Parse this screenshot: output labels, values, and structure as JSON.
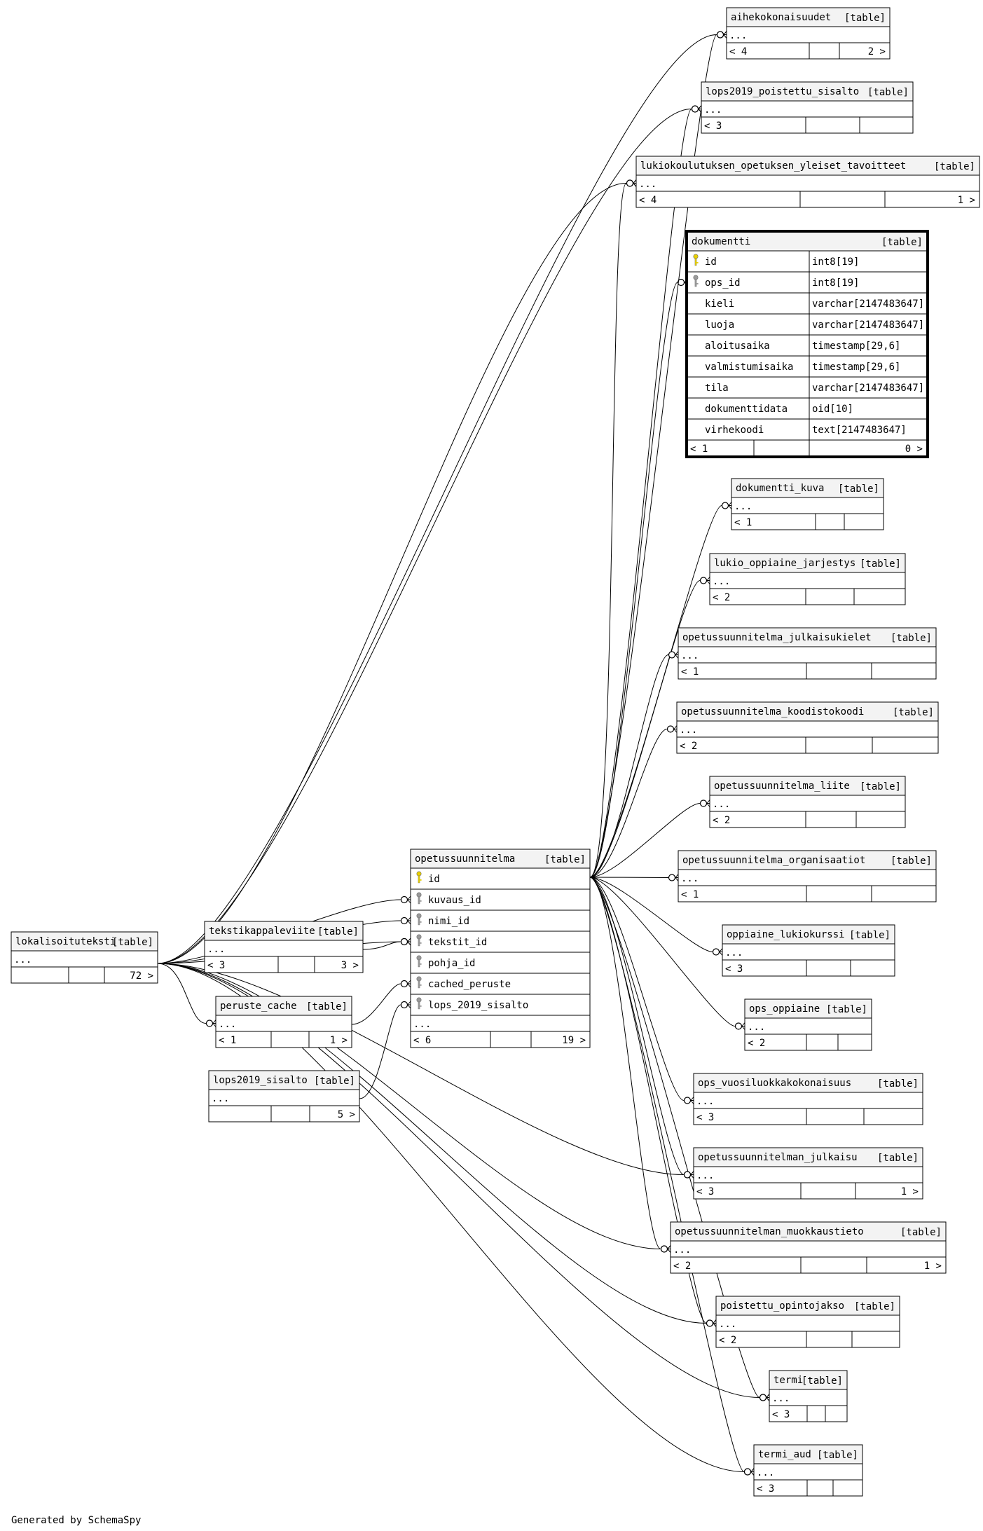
{
  "footer": "Generated by SchemaSpy",
  "tag": "[table]",
  "ellipsis": "...",
  "hub": "lokalisoituteksti",
  "center": "opetussuunnitelma",
  "tables": [
    {
      "name": "aihekokonaisuudet",
      "footer": [
        "< 4",
        "",
        "2 >"
      ]
    },
    {
      "name": "lops2019_poistettu_sisalto",
      "footer": [
        "< 3",
        "",
        ""
      ]
    },
    {
      "name": "lukiokoulutuksen_opetuksen_yleiset_tavoitteet",
      "footer": [
        "< 4",
        "",
        "1 >"
      ]
    },
    {
      "name": "dokumentti",
      "highlight": true,
      "columns": [
        {
          "name": "id",
          "type": "int8[19]",
          "key": "primary"
        },
        {
          "name": "ops_id",
          "type": "int8[19]",
          "key": "foreign"
        },
        {
          "name": "kieli",
          "type": "varchar[2147483647]"
        },
        {
          "name": "luoja",
          "type": "varchar[2147483647]"
        },
        {
          "name": "aloitusaika",
          "type": "timestamp[29,6]"
        },
        {
          "name": "valmistumisaika",
          "type": "timestamp[29,6]"
        },
        {
          "name": "tila",
          "type": "varchar[2147483647]"
        },
        {
          "name": "dokumenttidata",
          "type": "oid[10]"
        },
        {
          "name": "virhekoodi",
          "type": "text[2147483647]"
        }
      ],
      "footer": [
        "< 1",
        "",
        "0 >"
      ]
    },
    {
      "name": "dokumentti_kuva",
      "footer": [
        "< 1",
        "",
        ""
      ]
    },
    {
      "name": "lukio_oppiaine_jarjestys",
      "footer": [
        "< 2",
        "",
        ""
      ]
    },
    {
      "name": "opetussuunnitelma_julkaisukielet",
      "footer": [
        "< 1",
        "",
        ""
      ]
    },
    {
      "name": "opetussuunnitelma_koodistokoodi",
      "footer": [
        "< 2",
        "",
        ""
      ]
    },
    {
      "name": "opetussuunnitelma_liite",
      "footer": [
        "< 2",
        "",
        ""
      ]
    },
    {
      "name": "opetussuunnitelma_organisaatiot",
      "footer": [
        "< 1",
        "",
        ""
      ]
    },
    {
      "name": "opetussuunnitelma",
      "columns": [
        {
          "name": "id",
          "key": "primary"
        },
        {
          "name": "kuvaus_id",
          "key": "foreign"
        },
        {
          "name": "nimi_id",
          "key": "foreign"
        },
        {
          "name": "tekstit_id",
          "key": "foreign"
        },
        {
          "name": "pohja_id",
          "key": "foreign"
        },
        {
          "name": "cached_peruste",
          "key": "foreign"
        },
        {
          "name": "lops_2019_sisalto",
          "key": "foreign"
        }
      ],
      "more": "...",
      "footer": [
        "< 6",
        "",
        "19 >"
      ]
    },
    {
      "name": "tekstikappaleviite",
      "footer": [
        "< 3",
        "",
        "3 >"
      ]
    },
    {
      "name": "lokalisoituteksti",
      "footer": [
        "",
        "",
        "72 >"
      ]
    },
    {
      "name": "peruste_cache",
      "footer": [
        "< 1",
        "",
        "1 >"
      ]
    },
    {
      "name": "lops2019_sisalto",
      "footer": [
        "",
        "",
        "5 >"
      ]
    },
    {
      "name": "oppiaine_lukiokurssi",
      "footer": [
        "< 3",
        "",
        ""
      ]
    },
    {
      "name": "ops_oppiaine",
      "footer": [
        "< 2",
        "",
        ""
      ]
    },
    {
      "name": "ops_vuosiluokkakokonaisuus",
      "footer": [
        "< 3",
        "",
        ""
      ]
    },
    {
      "name": "opetussuunnitelman_julkaisu",
      "footer": [
        "< 3",
        "",
        "1 >"
      ]
    },
    {
      "name": "opetussuunnitelman_muokkaustieto",
      "footer": [
        "< 2",
        "",
        "1 >"
      ]
    },
    {
      "name": "poistettu_opintojakso",
      "footer": [
        "< 2",
        "",
        ""
      ]
    },
    {
      "name": "termi",
      "footer": [
        "< 3",
        "",
        ""
      ]
    },
    {
      "name": "termi_aud",
      "footer": [
        "< 3",
        "",
        ""
      ]
    }
  ],
  "colors": {
    "header_fill": "#f3f3f3",
    "primary_key_icon": "#e8d000",
    "foreign_key_icon": "#9a9a9a",
    "line": "#000000"
  },
  "icons": {
    "primary": "key-icon",
    "foreign": "foreign-key-icon"
  }
}
